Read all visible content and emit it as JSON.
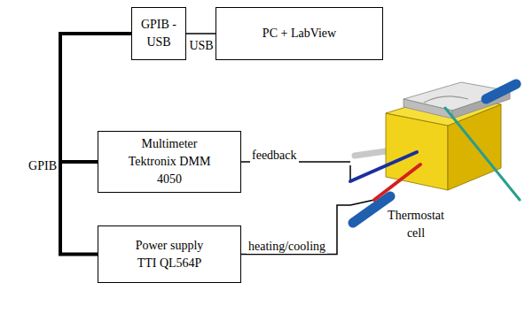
{
  "diagram": {
    "nodes": [
      {
        "text": [
          "GPIB - USB"
        ]
      },
      {
        "text": [
          "PC + LabView"
        ]
      },
      {
        "text": [
          "Multimeter Tektronix DMM 4050"
        ]
      },
      {
        "text": [
          "Power supply TTI QL564P"
        ]
      },
      {
        "text": [
          "Thermostat cell"
        ]
      }
    ],
    "edges": [
      {
        "from": 0,
        "to": 1,
        "arrow": "none",
        "label": "USB"
      },
      {
        "from": 0,
        "to": 2,
        "arrow": "none"
      },
      {
        "from": 0,
        "to": 3,
        "arrow": "none"
      },
      {
        "from": 2,
        "to": 4,
        "arrow": "none",
        "label": "feedback"
      },
      {
        "from": 3,
        "to": 4,
        "arrow": "none",
        "label": "heating/cooling"
      }
    ],
    "labels": [
      "GPIB"
    ]
  }
}
